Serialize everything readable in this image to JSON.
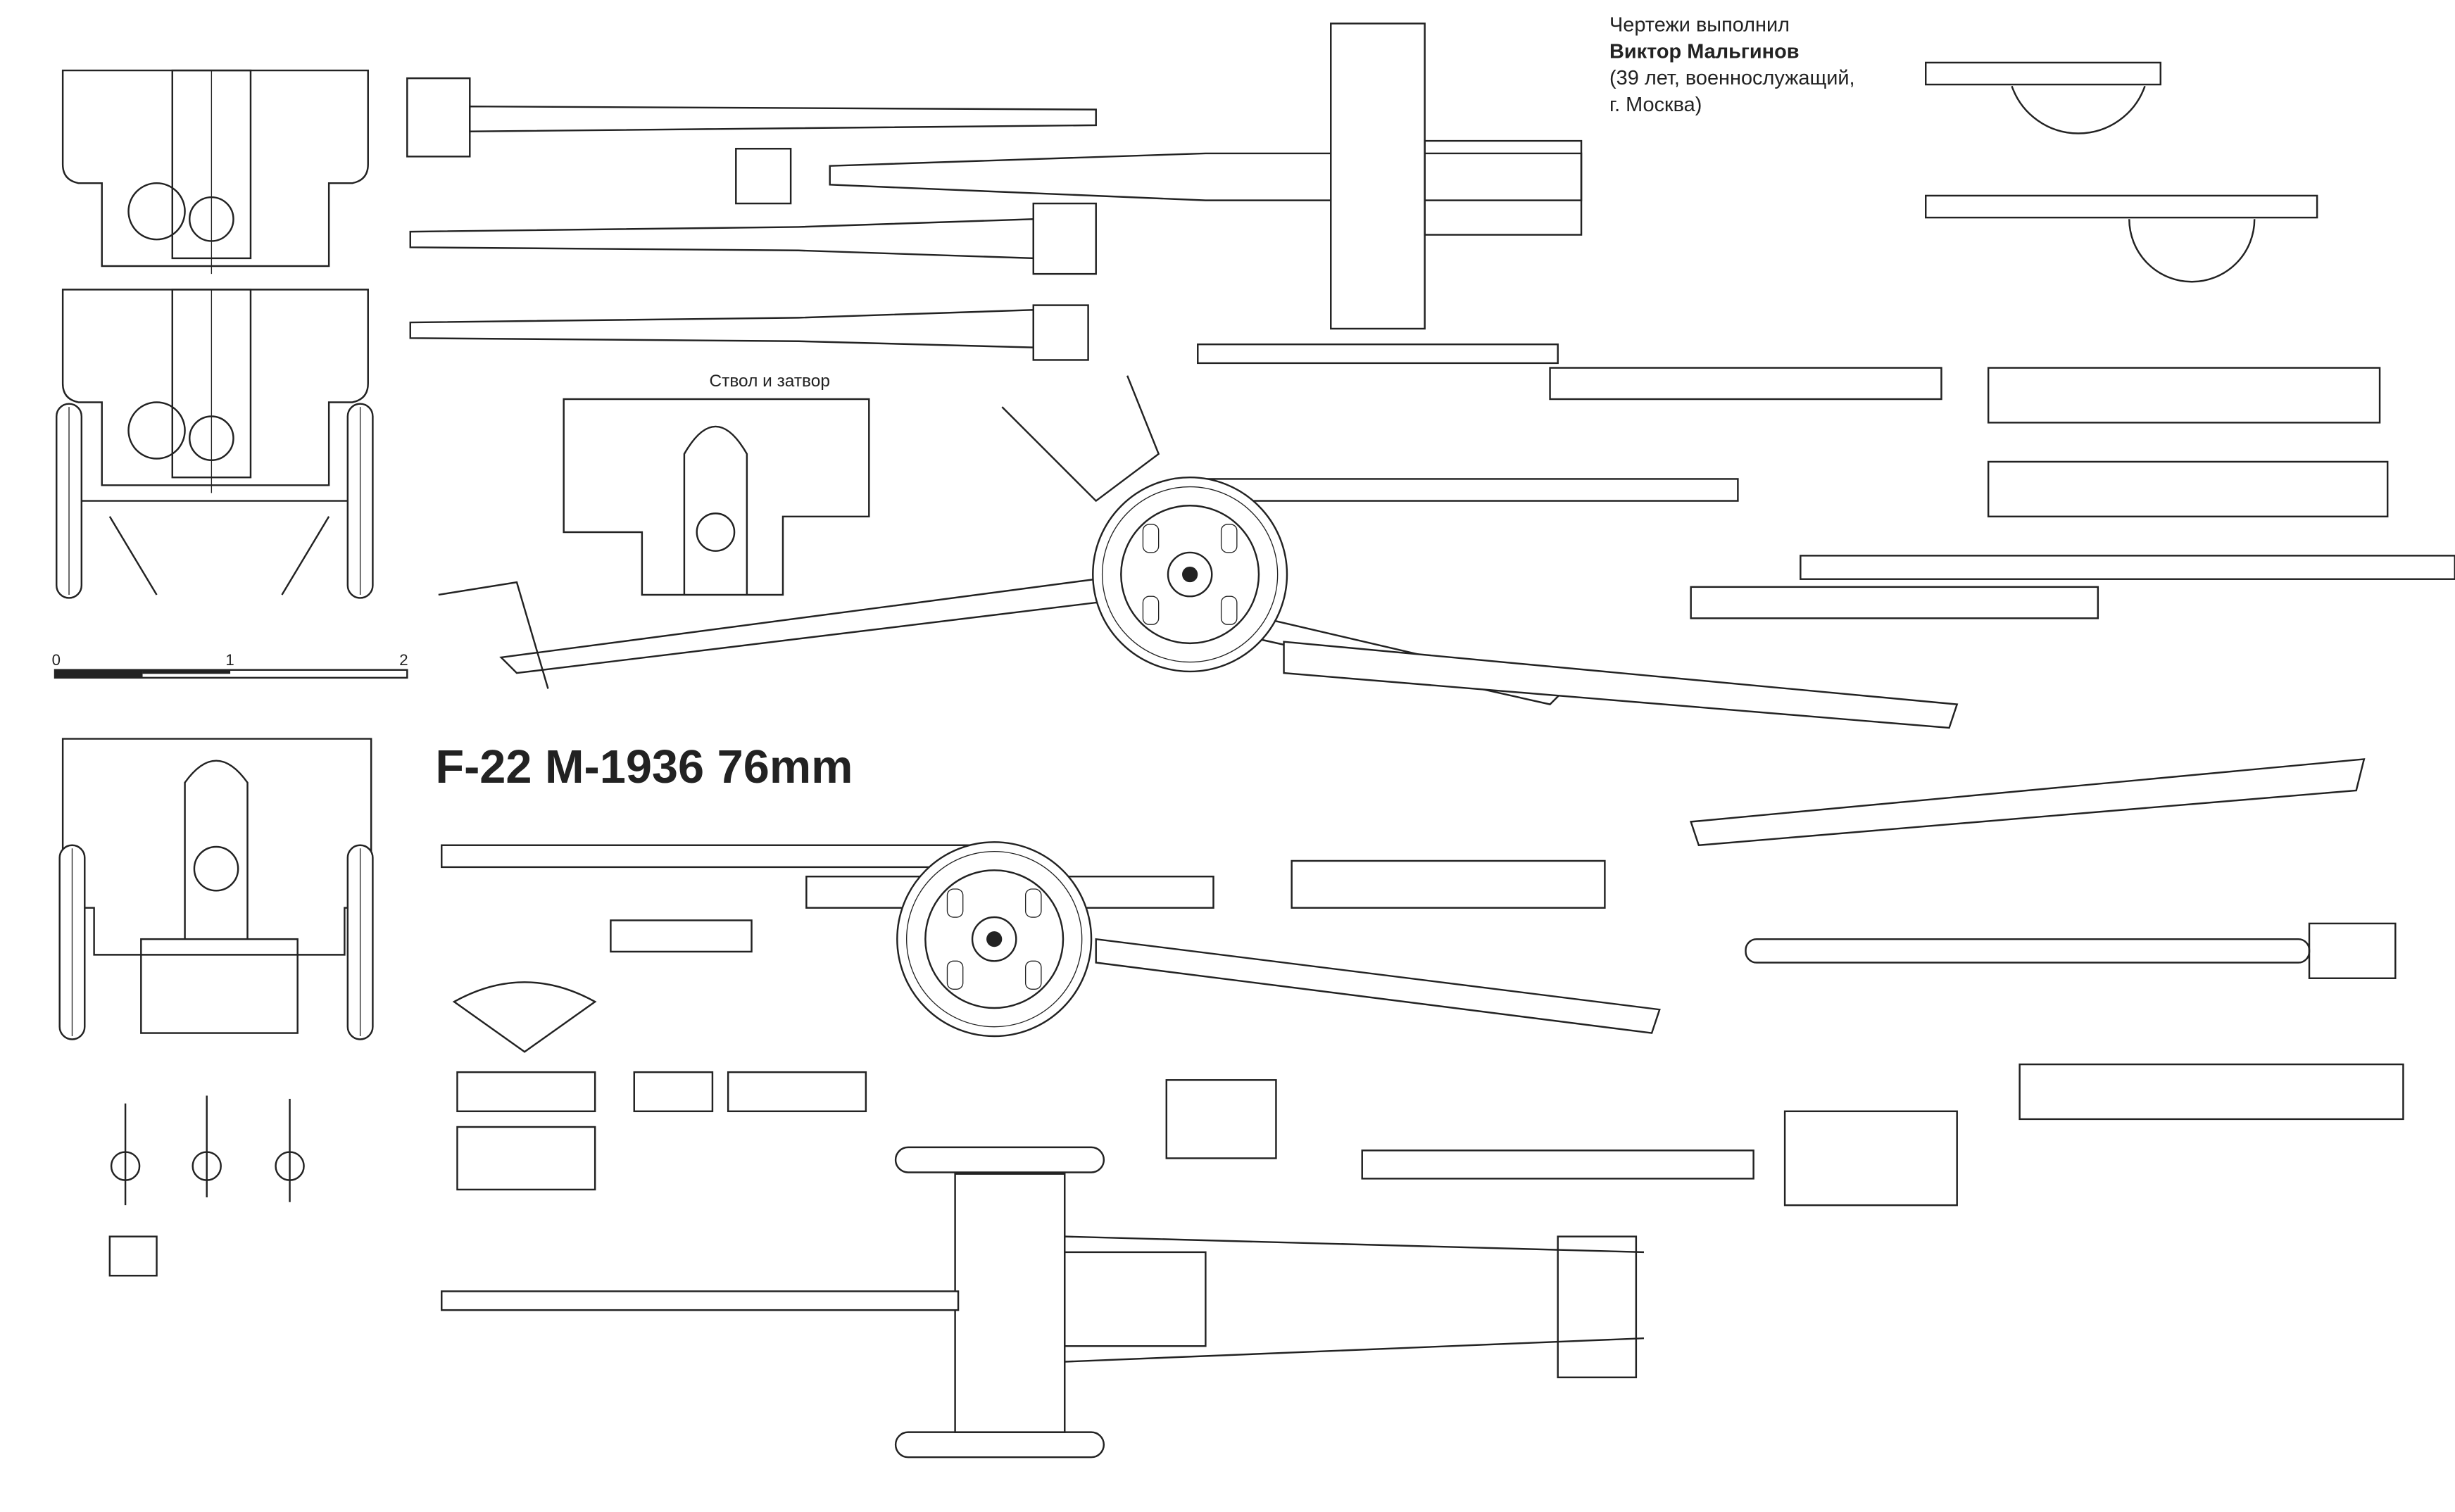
{
  "title": "F-22 M-1936 76mm",
  "credits": {
    "line1": "Чертежи выполнил",
    "author": "Виктор Мальгинов",
    "line3": "(39 лет, военнослужащий,",
    "line4": "г. Москва)"
  },
  "section_label": "Ствол и затвор",
  "scale_bar": {
    "labels": [
      "0",
      "1",
      "2"
    ]
  }
}
